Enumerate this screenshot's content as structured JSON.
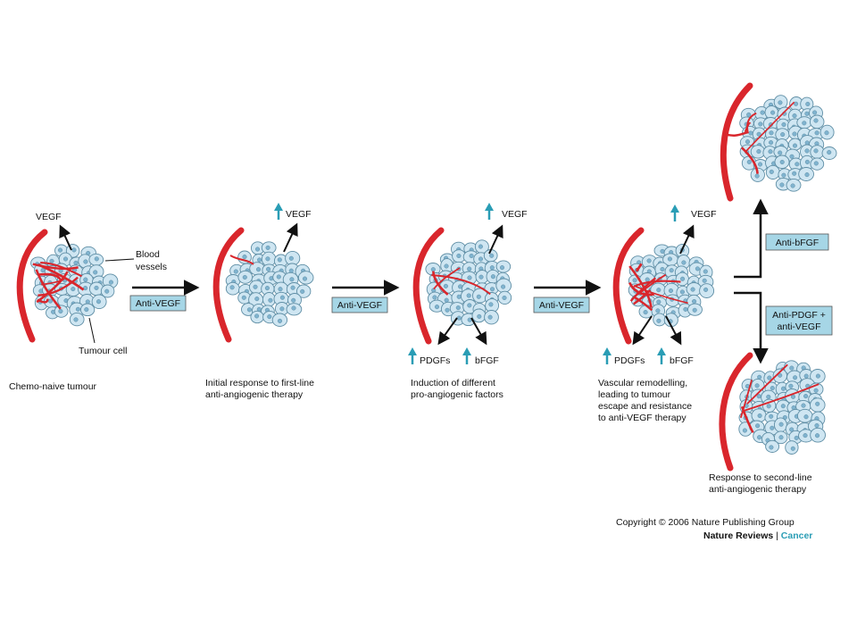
{
  "colors": {
    "vessel": "#d9262c",
    "cell_fill": "#cfe6f2",
    "cell_stroke": "#5f8ea5",
    "nucleus": "#7fb3cf",
    "box_fill": "#a6d6e6",
    "up_arrow": "#2a9db5",
    "arrow": "#111111"
  },
  "labels": {
    "vegf": "VEGF",
    "blood_vessels_line1": "Blood",
    "blood_vessels_line2": "vessels",
    "tumour_cell": "Tumour cell",
    "pdgfs": "PDGFs",
    "bfgf": "bFGF"
  },
  "boxes": {
    "anti_vegf": "Anti-VEGF",
    "anti_bfgf": "Anti-bFGF",
    "anti_pdgf_line1": "Anti-PDGF +",
    "anti_pdgf_line2": "anti-VEGF"
  },
  "stages": [
    {
      "caption": [
        "Chemo-naive tumour"
      ]
    },
    {
      "caption": [
        "Initial response to first-line",
        "anti-angiogenic therapy"
      ]
    },
    {
      "caption": [
        "Induction of different",
        "pro-angiogenic factors"
      ]
    },
    {
      "caption": [
        "Vascular remodelling,",
        "leading to tumour",
        "escape and resistance",
        "to anti-VEGF therapy"
      ]
    },
    {
      "caption": [
        "Response to second-line",
        "anti-angiogenic therapy"
      ]
    }
  ],
  "copyright": {
    "line1": "Copyright © 2006 Nature Publishing Group",
    "journal": "Nature Reviews",
    "separator": " | ",
    "section": "Cancer"
  }
}
